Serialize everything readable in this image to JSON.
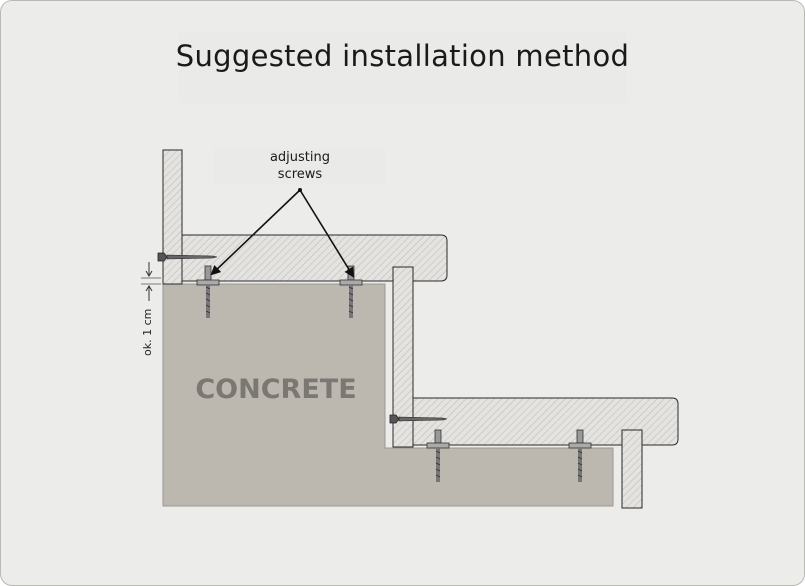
{
  "title": "Suggested installation method",
  "labels": {
    "adjusting_line1": "adjusting",
    "adjusting_line2": "screws",
    "concrete": "CONCRETE",
    "gap": "ok. 1 cm"
  },
  "colors": {
    "background": "#ececea",
    "concrete": "#bcb8b0",
    "concrete_text": "#7b7873",
    "wood": "#e2e1de",
    "outline": "#2a2a2a",
    "hatch": "#b7b6b2"
  },
  "icons": [
    "wood-screw-icon",
    "adjusting-screw-icon"
  ]
}
